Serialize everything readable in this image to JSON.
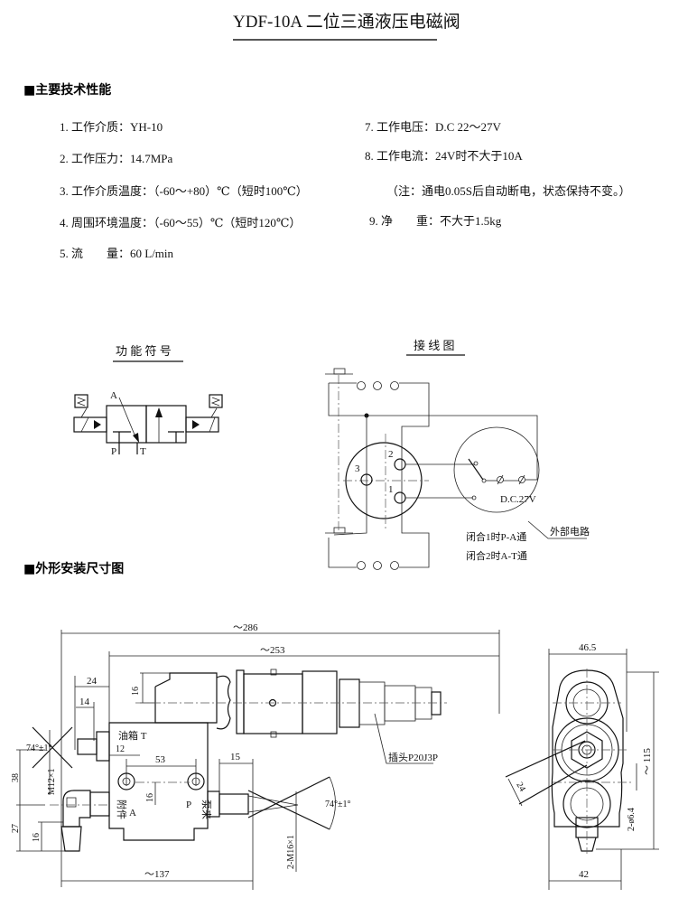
{
  "title": "YDF-10A 二位三通液压电磁阀",
  "specs": {
    "heading": "■主要技术性能",
    "left": [
      "1. 工作介质：YH-10",
      "2. 工作压力：14.7MPa",
      "3. 工作介质温度：（-60～+80）℃（短时100℃）",
      "4. 周围环境温度：（-60～55）℃（短时120℃）",
      "5. 流　　量：60 L/min"
    ],
    "right": [
      "7. 工作电压：D.C 22～27V",
      "8. 工作电流：24V时不大于10A",
      "（注：通电0.05S后自动断电，状态保持不变。）",
      "9. 净　　重：不大于1.5kg"
    ]
  },
  "symbol": {
    "title": "功 能 符 号",
    "port_a": "A",
    "port_p": "P",
    "port_t": "T"
  },
  "wiring": {
    "title": "接 线 图",
    "pin1": "1",
    "pin2": "2",
    "pin3": "3",
    "voltage": "D.C.27V",
    "note1": "闭合1时P-A通",
    "note2": "闭合2时A-T通",
    "external": "外部电路"
  },
  "dimensions": {
    "heading": "■外形安装尺寸图",
    "d286": "～286",
    "d253": "～253",
    "d24": "24",
    "d14": "14",
    "d16a": "16",
    "d12": "12",
    "d53": "53",
    "d15": "15",
    "d16b": "16",
    "d38": "38",
    "d27": "27",
    "d16c": "16",
    "d137": "～137",
    "angle_left": "74°±1°",
    "angle_right": "74°±1°",
    "m12": "M12×1",
    "m16": "2-M16×1",
    "tank": "油箱 T",
    "port_a": "A",
    "port_p": "P",
    "accessory": "附件",
    "pump": "泵来",
    "plug": "插头P20J3P",
    "w465": "46.5",
    "w42": "42",
    "h115": "～ 115",
    "hex24": "24",
    "holes": "2-ø6.4"
  }
}
